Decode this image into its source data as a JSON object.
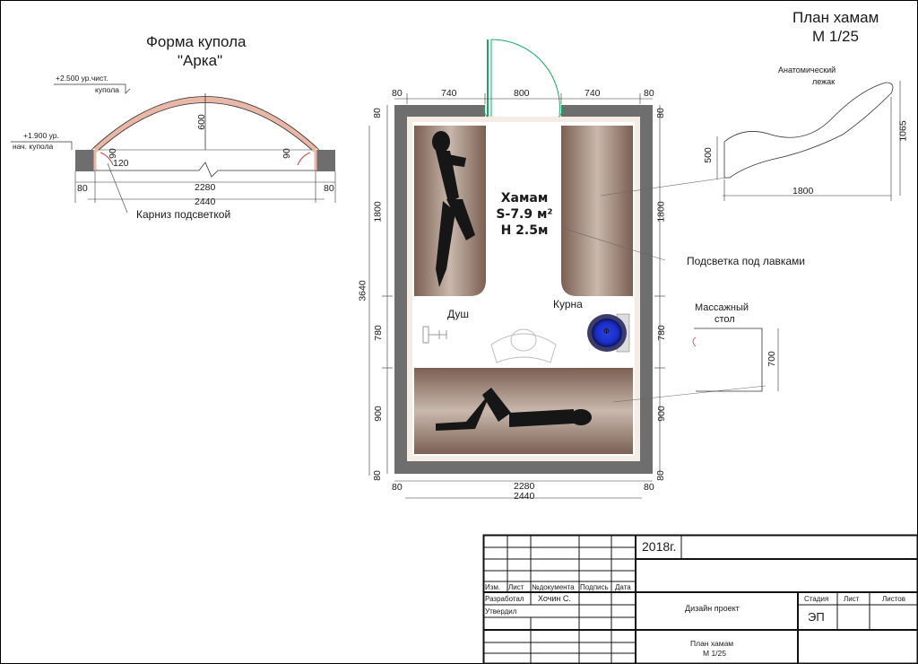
{
  "sheet": {
    "title_line1": "План хамам",
    "title_line2": "М 1/25"
  },
  "dome": {
    "title_line1": "Форма купола",
    "title_line2": "\"Арка\"",
    "top_level_line1": "+2.500  ур.чист.",
    "top_level_line2": "купола",
    "start_level_line1": "+1.900 ур.",
    "start_level_line2": "нач. купола",
    "dim_height": "600",
    "dim_left_angle": "90",
    "dim_right_angle": "90",
    "dim_cornice": "120",
    "dim_inner_width": "2280",
    "dim_outer_width": "2440",
    "dim_left_wall": "80",
    "dim_right_wall": "80",
    "cornice_label": "Карниз подсветкой"
  },
  "plan": {
    "room_name": "Хамам",
    "room_area": "S-7.9 м²",
    "room_height": "Н 2.5м",
    "shower_label": "Душ",
    "kurna_label": "Курна",
    "kurna_symbol": "Ф",
    "bench_light_label": "Подсветка под лавками",
    "top_dims": [
      "80",
      "740",
      "800",
      "740",
      "80"
    ],
    "bottom_inner_width": "2280",
    "bottom_outer_width": "2440",
    "bottom_left_wall": "80",
    "bottom_right_wall": "80",
    "left_total": "3640",
    "left_dims": [
      "80",
      "1800",
      "780",
      "900",
      "80"
    ],
    "right_dims": [
      "80",
      "1800",
      "780",
      "900",
      "80"
    ]
  },
  "lounger": {
    "label_line1": "Анатомический",
    "label_line2": "лежак",
    "dim_length": "1800",
    "dim_height": "1065",
    "dim_seat": "500"
  },
  "massage": {
    "label_line1": "Массажный",
    "label_line2": "стол",
    "dim_width": "700"
  },
  "titleblock": {
    "year": "2018г.",
    "col_izm": "Изм.",
    "col_list": "Лист",
    "col_doc": "№документа",
    "col_sign": "Подпись",
    "col_date": "Дата",
    "row_dev": "Разработал",
    "dev_name": "Хочин С.",
    "row_approve": "Утвердил",
    "project": "Дизайн проект",
    "stage_hdr": "Стадия",
    "sheet_hdr": "Лист",
    "sheets_hdr": "Листов",
    "stage_val": "ЭП",
    "drawing_line1": "План хамам",
    "drawing_line2": "М 1/25"
  },
  "colors": {
    "wall": "#6e6e6e",
    "bench": "#8e7768",
    "door": "#1aa86a",
    "kurna": "#1a2fc8"
  }
}
